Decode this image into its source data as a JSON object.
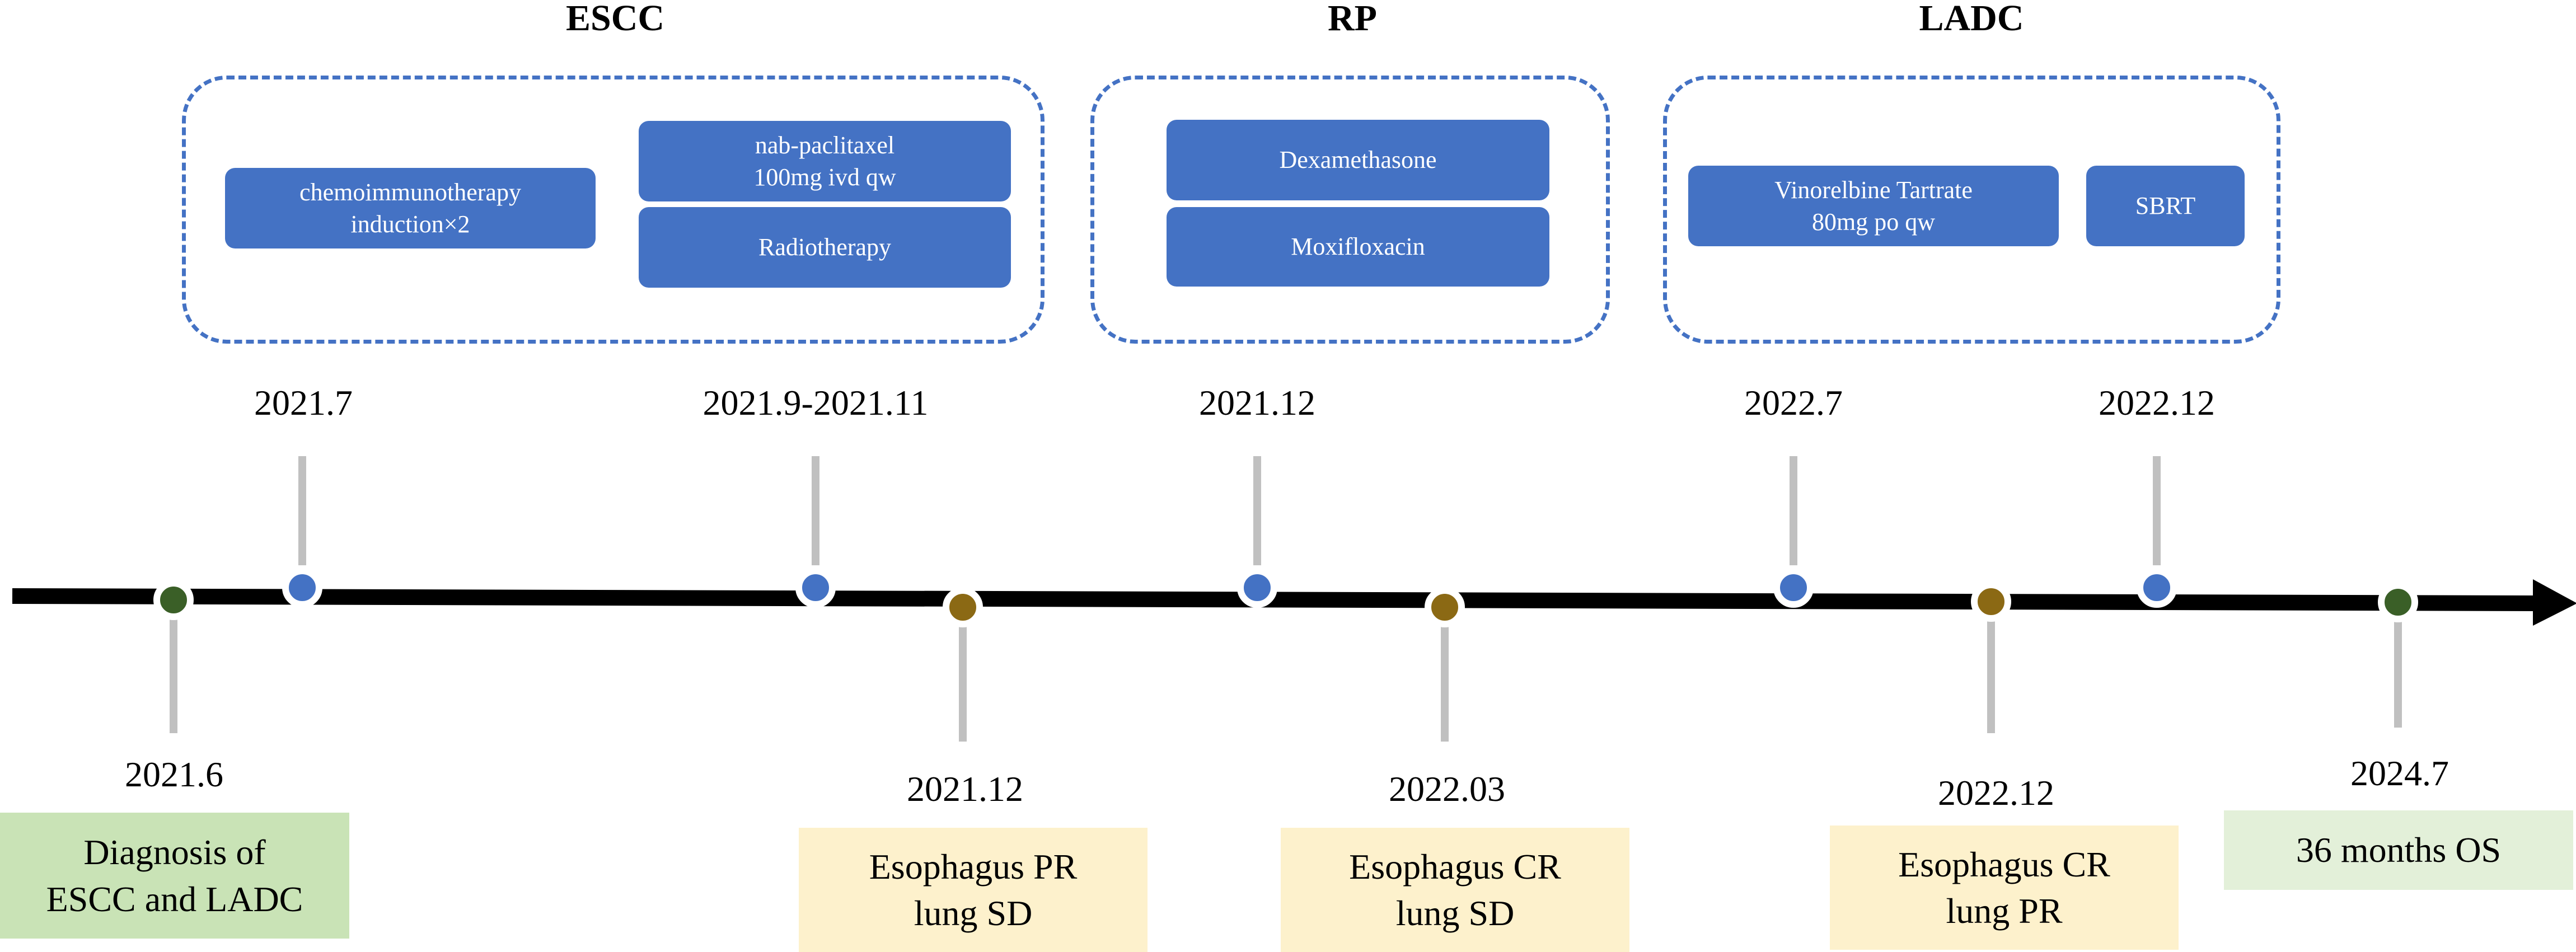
{
  "groups": {
    "escc": {
      "title": "ESCC"
    },
    "rp": {
      "title": "RP"
    },
    "ladc": {
      "title": "LADC"
    }
  },
  "treatments": {
    "chemo": "chemoimmunotherapy\ninduction×2",
    "nab": "nab-paclitaxel\n100mg ivd qw",
    "radio": "Radiotherapy",
    "dexa": "Dexamethasone",
    "moxi": "Moxifloxacin",
    "vino": "Vinorelbine Tartrate\n80mg po qw",
    "sbrt": "SBRT"
  },
  "top_dates": {
    "d1": "2021.7",
    "d2": "2021.9-2021.11",
    "d3": "2021.12",
    "d4": "2022.7",
    "d5": "2022.12"
  },
  "bottom_dates": {
    "d1": "2021.6",
    "d2": "2021.12",
    "d3": "2022.03",
    "d4": "2022.12",
    "d5": "2024.7"
  },
  "outcomes": {
    "diagnosis": "Diagnosis of\nESCC and LADC",
    "o1": "Esophagus PR\nlung SD",
    "o2": "Esophagus CR\nlung SD",
    "o3": "Esophagus CR\nlung PR",
    "os": "36 months OS"
  },
  "colors": {
    "treatment_blue": "#4472c4",
    "event_dot_blue": "#4472c4",
    "response_dot_brown": "#8b6914",
    "milestone_dot_green": "#3a5f27",
    "outcome_yellow": "#fdf1cc",
    "diagnosis_green": "#c9e3b6",
    "os_green": "#e3f0d9"
  }
}
